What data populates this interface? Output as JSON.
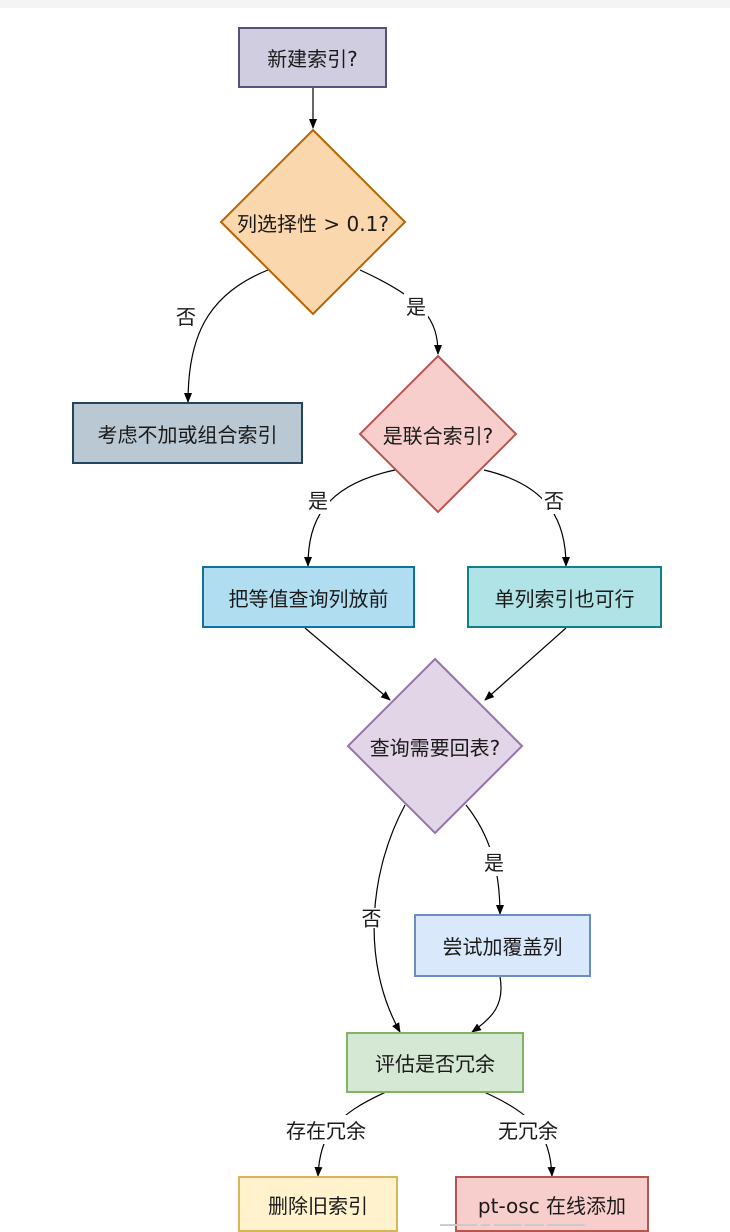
{
  "nodes": {
    "new_index": {
      "label": "新建索引?",
      "fill": "#d0cde1",
      "stroke": "#56517e"
    },
    "selectivity": {
      "label": "列选择性 > 0.1?",
      "fill": "#fad7ac",
      "stroke": "#b46504"
    },
    "consider_no_index": {
      "label": "考虑不加或组合索引",
      "fill": "#bac8d3",
      "stroke": "#23445d"
    },
    "is_composite": {
      "label": "是联合索引?",
      "fill": "#f8cecc",
      "stroke": "#b85450"
    },
    "equality_first": {
      "label": "把等值查询列放前",
      "fill": "#b1ddf0",
      "stroke": "#10739e"
    },
    "single_ok": {
      "label": "单列索引也可行",
      "fill": "#b0e3e6",
      "stroke": "#0e8088"
    },
    "needs_lookup": {
      "label": "查询需要回表?",
      "fill": "#e1d5e7",
      "stroke": "#9673a6"
    },
    "covering": {
      "label": "尝试加覆盖列",
      "fill": "#dae8fc",
      "stroke": "#6c8ebf"
    },
    "check_redundant": {
      "label": "评估是否冗余",
      "fill": "#d5e8d4",
      "stroke": "#82b366"
    },
    "drop_old": {
      "label": "删除旧索引",
      "fill": "#fff2cc",
      "stroke": "#d6b656"
    },
    "ptosc": {
      "label": "pt-osc 在线添加",
      "fill": "#f8cecc",
      "stroke": "#b85450"
    }
  },
  "edges": {
    "no1": "否",
    "yes1": "是",
    "yes2": "是",
    "no2": "否",
    "yes3": "是",
    "no3": "否",
    "exists_redundant": "存在冗余",
    "no_redundant": "无冗余"
  },
  "watermark": "▁▁▁▁ ▁ ▁▁▁ ▁▁ ▁▁▁▁"
}
